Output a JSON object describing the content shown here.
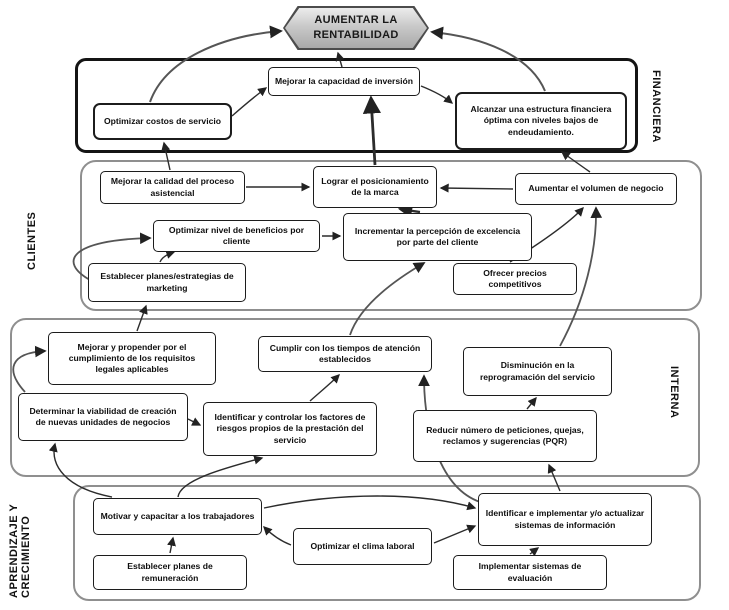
{
  "goal": {
    "label": "AUMENTAR LA RENTABILIDAD"
  },
  "financiera": {
    "label": "FINANCIERA",
    "nodes": {
      "inversion": "Mejorar la capacidad de inversión",
      "costos": "Optimizar costos de servicio",
      "estructura": "Alcanzar una estructura financiera óptima con niveles bajos de endeudamiento."
    }
  },
  "clientes": {
    "label": "CLIENTES",
    "nodes": {
      "calidad": "Mejorar la calidad del proceso asistencial",
      "posicionamiento": "Lograr el posicionamiento de la marca",
      "volumen": "Aumentar el volumen de negocio",
      "beneficios": "Optimizar nivel de beneficios por cliente",
      "percepcion": "Incrementar la percepción de excelencia por parte del cliente",
      "marketing": "Establecer planes/estrategias de marketing",
      "precios": "Ofrecer precios competitivos"
    }
  },
  "interna": {
    "label": "INTERNA",
    "nodes": {
      "legales": "Mejorar y propender por el cumplimiento de los requisitos legales aplicables",
      "tiempos": "Cumplir con los tiempos de atención establecidos",
      "reprogramacion": "Disminución en la reprogramación del servicio",
      "viabilidad": "Determinar la viabilidad de creación de nuevas unidades de negocios",
      "riesgos": "Identificar y controlar los factores de riesgos propios de la prestación del servicio",
      "pqr": "Reducir número de peticiones, quejas, reclamos y sugerencias (PQR)"
    }
  },
  "aprendizaje": {
    "lines": [
      "APRENDIZAJE Y",
      "CRECIMIENTO"
    ],
    "nodes": {
      "motivar": "Motivar y capacitar a los trabajadores",
      "sistemas": "Identificar e implementar y/o actualizar sistemas de información",
      "clima": "Optimizar el clima laboral",
      "remuneracion": "Establecer planes de remuneración",
      "evaluacion": "Implementar sistemas de evaluación"
    }
  }
}
